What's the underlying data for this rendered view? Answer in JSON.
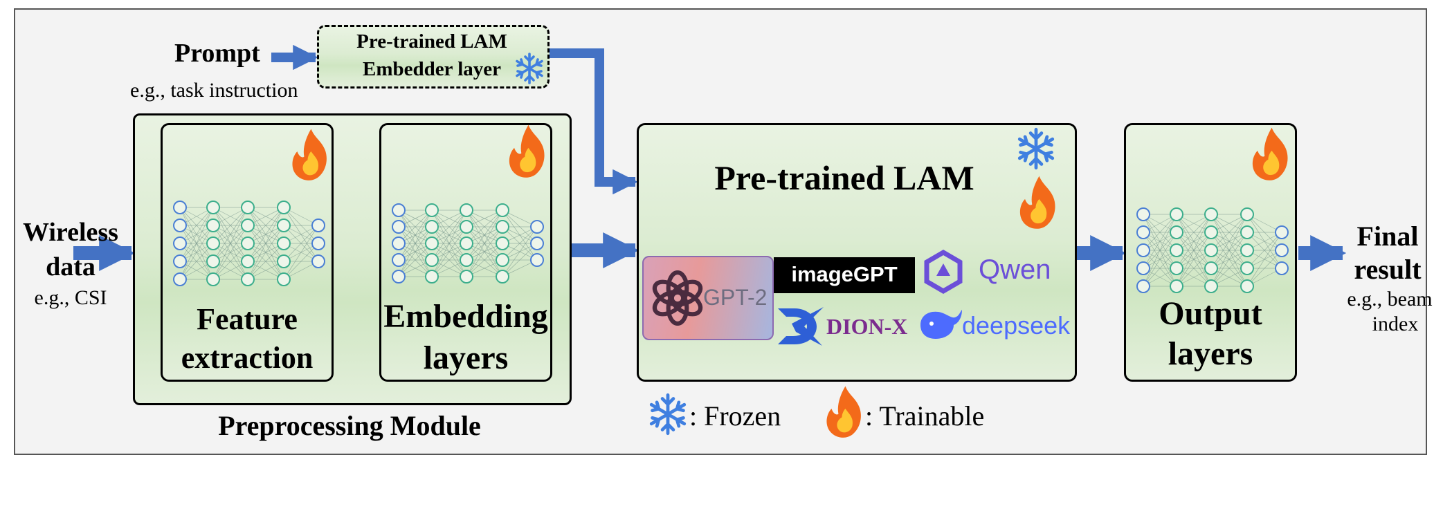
{
  "prompt": {
    "label": "Prompt",
    "example": "e.g., task instruction"
  },
  "embedder": {
    "line1": "Pre-trained LAM",
    "line2": "Embedder layer"
  },
  "input": {
    "line1": "Wireless",
    "line2": "data",
    "example": "e.g., CSI"
  },
  "preprocessing": {
    "title": "Preprocessing Module",
    "feature": {
      "line1": "Feature",
      "line2": "extraction"
    },
    "embedding": {
      "line1": "Embedding",
      "line2": "layers"
    }
  },
  "lam": {
    "title": "Pre-trained LAM",
    "models": {
      "gpt2": "GPT-2",
      "imagegpt": "imageGPT",
      "qwen": "Qwen",
      "dionx": "DION-X",
      "deepseek": "deepseek"
    }
  },
  "output": {
    "line1": "Output",
    "line2": "layers"
  },
  "result": {
    "line1": "Final",
    "line2": "result",
    "example1": "e.g., beam",
    "example2": "index"
  },
  "legend": {
    "frozen": ": Frozen",
    "trainable": ": Trainable"
  },
  "colors": {
    "arrow": "#4472c4",
    "box_fill": "#dcecd2",
    "nn_blue": "#4a7fd4",
    "nn_green": "#3cae8c",
    "frozen": "#3f7fe0",
    "fire": "#f36a1a"
  }
}
